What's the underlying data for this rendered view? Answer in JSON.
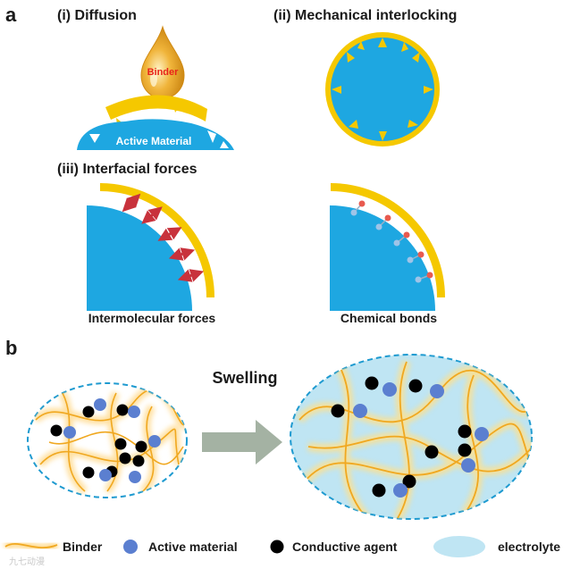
{
  "panel_a": {
    "letter": "a",
    "sub_i": "(i) Diffusion",
    "sub_ii": "(ii) Mechanical interlocking",
    "sub_iii": "(iii) Interfacial forces",
    "binder_drop_label": "Binder",
    "active_material_label": "Active Material",
    "caption_left": "Intermolecular forces",
    "caption_right": "Chemical bonds"
  },
  "panel_b": {
    "letter": "b",
    "swelling_label": "Swelling"
  },
  "legend": {
    "binder": "Binder",
    "active_material": "Active material",
    "conductive_agent": "Conductive agent",
    "electrolyte": "electrolyte"
  },
  "watermark": "九七动漫",
  "colors": {
    "active": "#1ea7e1",
    "binder": "#f5c800",
    "binder_line": "#f0a820",
    "electrolyte": "#bfe5f3",
    "particle": "#5b7fd0",
    "arrow_red": "#c8323c",
    "arrow_grey": "#a4b2a3",
    "binder_text": "#e8231a"
  }
}
